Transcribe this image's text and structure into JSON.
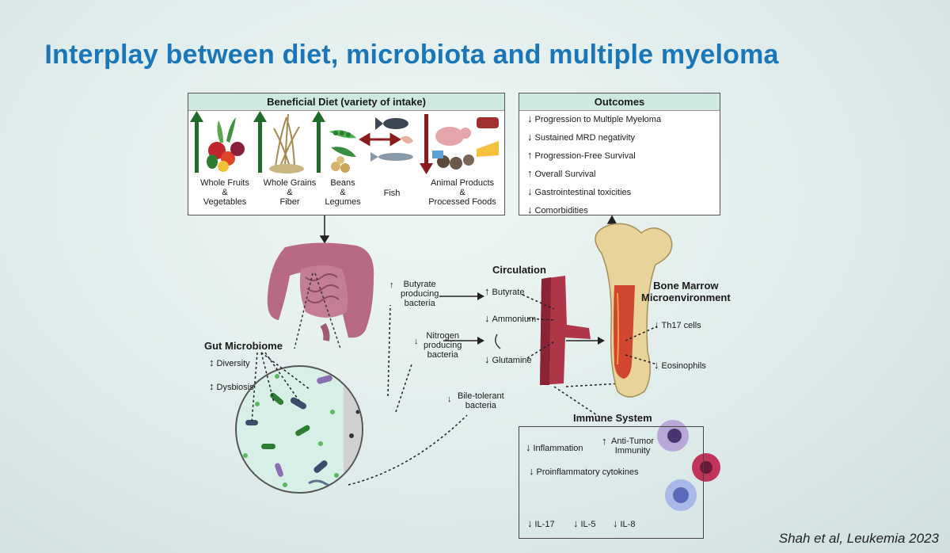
{
  "slide_title": "Interplay between diet, microbiota and multiple myeloma",
  "diet_box": {
    "header": "Beneficial Diet (variety of intake)",
    "items": [
      {
        "line1": "Whole Fruits",
        "line2": "&",
        "line3": "Vegetables"
      },
      {
        "line1": "Whole Grains",
        "line2": "&",
        "line3": "Fiber"
      },
      {
        "line1": "Beans",
        "line2": "&",
        "line3": "Legumes"
      },
      {
        "line1": "Fish",
        "line2": "",
        "line3": ""
      },
      {
        "line1": "Animal Products",
        "line2": "&",
        "line3": "Processed Foods"
      }
    ]
  },
  "outcomes_box": {
    "header": "Outcomes",
    "rows": [
      {
        "arrow": "↓",
        "text": "Progression to Multiple Myeloma"
      },
      {
        "arrow": "↓",
        "text": "Sustained MRD negativity"
      },
      {
        "arrow": "↑",
        "text": "Progression-Free Survival"
      },
      {
        "arrow": "↑",
        "text": "Overall Survival"
      },
      {
        "arrow": "↓",
        "text": "Gastrointestinal toxicities"
      },
      {
        "arrow": "↓",
        "text": "Comorbidities"
      }
    ]
  },
  "gut": {
    "title": "Gut Microbiome",
    "diversity": "Diversity",
    "dysbiosis": "Dysbiosis",
    "diversity_arrow": "↕",
    "dysbiosis_arrow": "↕"
  },
  "bacteria": {
    "butyrate_l1": "Butyrate",
    "butyrate_l2": "producing",
    "butyrate_l3": "bacteria",
    "nitrogen_l1": "Nitrogen",
    "nitrogen_l2": "producing",
    "nitrogen_l3": "bacteria",
    "bile_l1": "Bile-tolerant",
    "bile_l2": "bacteria"
  },
  "circulation": {
    "title": "Circulation",
    "butyrate": "Butyrate",
    "ammonium": "Ammonium",
    "glutamine": "Glutamine"
  },
  "bone_marrow": {
    "title_l1": "Bone Marrow",
    "title_l2": "Microenvironment",
    "th17": "Th17 cells",
    "eosinophils": "Eosinophils"
  },
  "immune": {
    "title": "Immune System",
    "inflammation": "Inflammation",
    "anti_tumor_l1": "Anti-Tumor",
    "anti_tumor_l2": "Immunity",
    "cytokines": "Proinflammatory cytokines",
    "il17": "IL-17",
    "il5": "IL-5",
    "il8": "IL-8"
  },
  "citation": "Shah et al, Leukemia 2023",
  "colors": {
    "title_blue": "#1976b8",
    "box_header": "#cfe8e2",
    "up_arrow": "#1f6b2a",
    "down_arrow": "#8b1c1c",
    "intestine": "#b86a84",
    "vessel": "#b0374a",
    "bone": "#e8d49a"
  }
}
